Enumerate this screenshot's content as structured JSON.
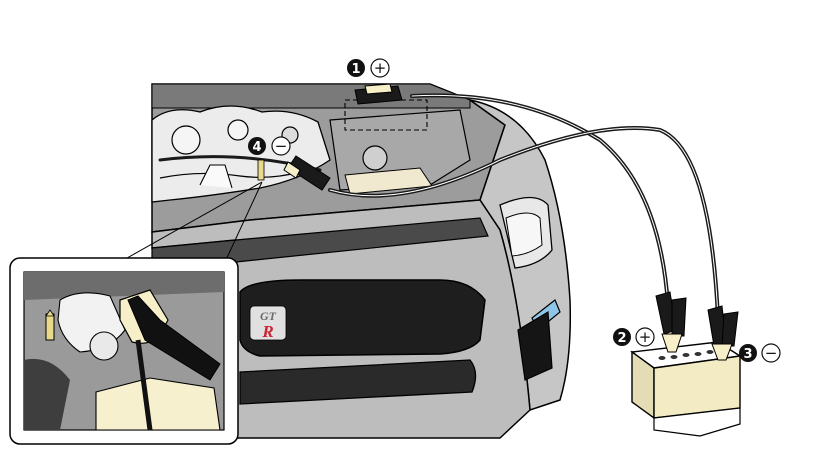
{
  "callouts": [
    {
      "number": "1",
      "sign": "+"
    },
    {
      "number": "2",
      "sign": "+"
    },
    {
      "number": "3",
      "sign": "−"
    },
    {
      "number": "4",
      "sign": "−"
    }
  ],
  "logo": {
    "top": "GT",
    "bottom": "R"
  },
  "colors": {
    "car_body": "#bdbdbd",
    "car_dark": "#4a4a4a",
    "grille": "#1e1e1e",
    "engine": "#e9e9e9",
    "battery_body": "#f3ebc4",
    "clamp_fill": "#f6efc8",
    "cable": "#1a1a1a",
    "logo_red": "#cc2233",
    "headlight_blue": "#8fc6e8"
  }
}
